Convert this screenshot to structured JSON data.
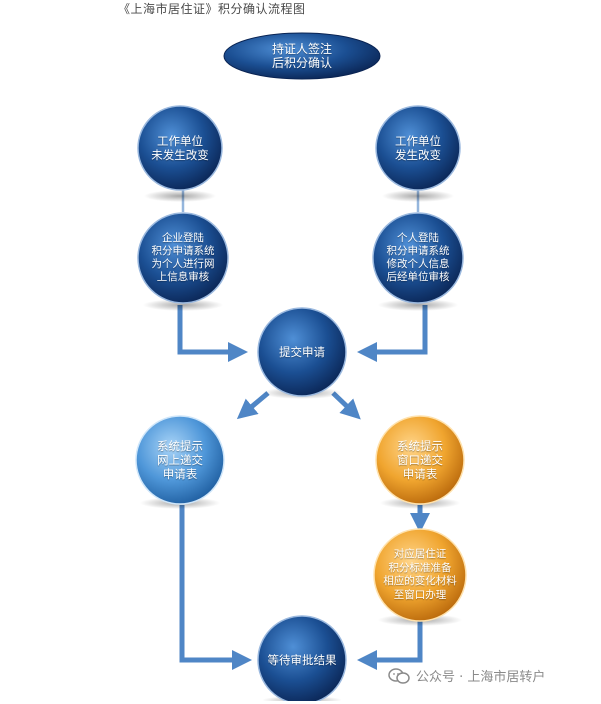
{
  "title": "《上海市居住证》积分确认流程图",
  "colors": {
    "blue_dark": "#0d2f68",
    "blue_mid": "#1f5fa8",
    "blue_light": "#6fb0e8",
    "orange_dark": "#b86a0a",
    "orange_light": "#f5b64a",
    "arrow": "#4f86c6"
  },
  "nodes": {
    "start": "持证人签注\n后积分确认",
    "unit_unchanged": "工作单位\n未发生改变",
    "unit_changed": "工作单位\n发生改变",
    "company_review": "企业登陆\n积分申请系统\n为个人进行网\n上信息审核",
    "personal_modify": "个人登陆\n积分申请系统\n修改个人信息\n后经单位审核",
    "submit": "提交申请",
    "online_prompt": "系统提示\n网上递交\n申请表",
    "window_prompt": "系统提示\n窗口递交\n申请表",
    "materials": "对应居住证\n积分标准准备\n相应的变化材料\n至窗口办理",
    "result": "等待审批结果"
  },
  "watermark": {
    "icon": "wechat-channel-icon",
    "text": "公众号 · 上海市居转户"
  }
}
